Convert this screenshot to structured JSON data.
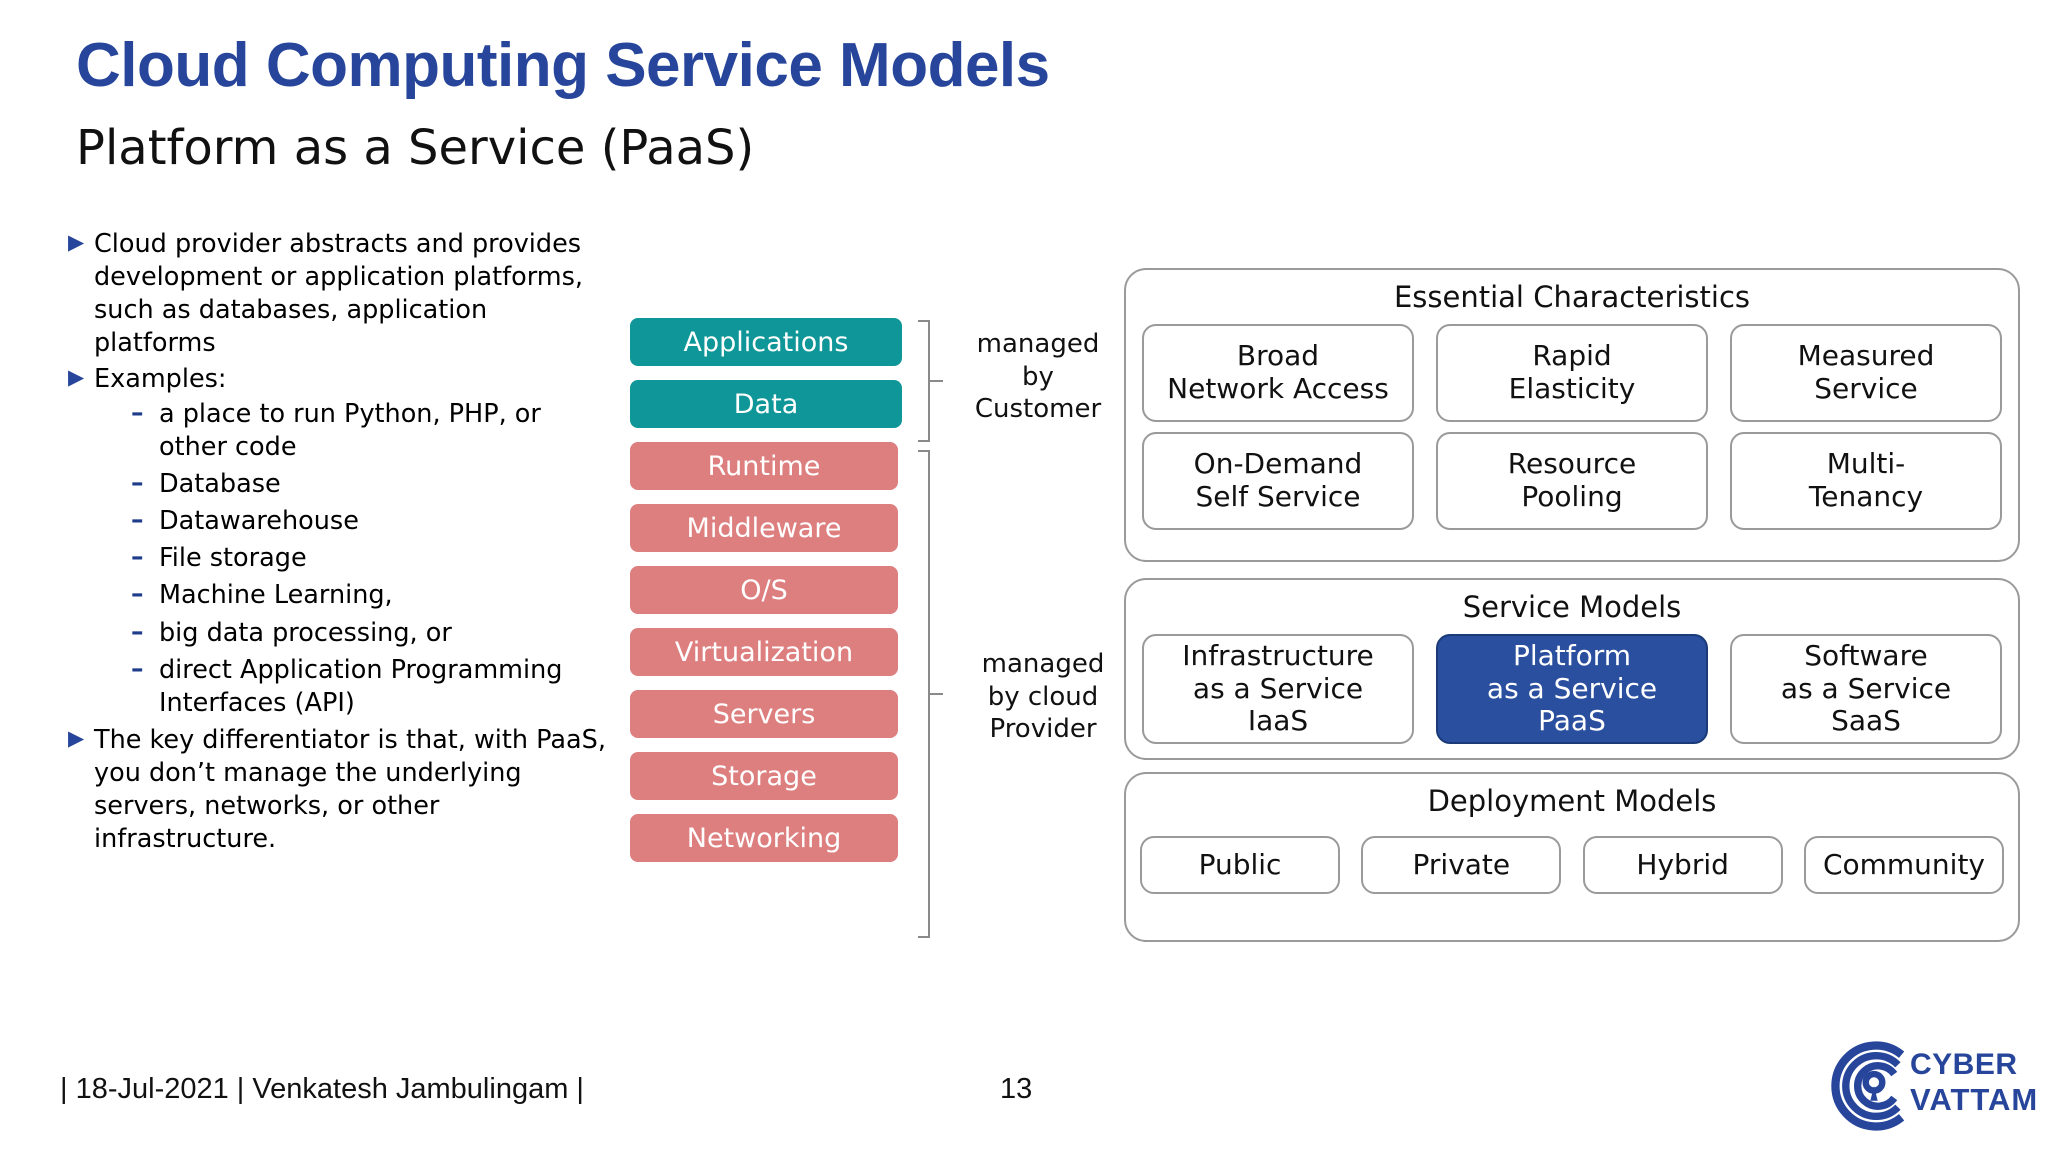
{
  "slide": {
    "title": "Cloud Computing Service Models",
    "subtitle": "Platform as a Service (PaaS)",
    "title_color": "#27469b"
  },
  "bullets": [
    {
      "level": 1,
      "marker": "▶",
      "text": "Cloud provider abstracts and provides development or application platforms, such as databases, application platforms"
    },
    {
      "level": 1,
      "marker": "▶",
      "text": "Examples:"
    },
    {
      "level": 2,
      "marker": "–",
      "text": "a place to run Python, PHP, or other code"
    },
    {
      "level": 2,
      "marker": "–",
      "text": "Database"
    },
    {
      "level": 2,
      "marker": "–",
      "text": "Datawarehouse"
    },
    {
      "level": 2,
      "marker": "–",
      "text": "File storage"
    },
    {
      "level": 2,
      "marker": "–",
      "text": "Machine Learning,"
    },
    {
      "level": 2,
      "marker": "–",
      "text": "big data processing, or"
    },
    {
      "level": 2,
      "marker": "–",
      "text": "direct Application Programming Interfaces (API)"
    },
    {
      "level": 1,
      "marker": "▶",
      "text": "The key differentiator is that, with PaaS, you don’t manage the underlying servers, networks, or other infrastructure."
    }
  ],
  "stack": {
    "colors": {
      "customer": "#0e9698",
      "provider": "#de7f7f"
    },
    "layers": [
      {
        "label": "Applications",
        "managed_by": "customer"
      },
      {
        "label": "Data",
        "managed_by": "customer"
      },
      {
        "label": "Runtime",
        "managed_by": "provider"
      },
      {
        "label": "Middleware",
        "managed_by": "provider"
      },
      {
        "label": "O/S",
        "managed_by": "provider"
      },
      {
        "label": "Virtualization",
        "managed_by": "provider"
      },
      {
        "label": "Servers",
        "managed_by": "provider"
      },
      {
        "label": "Storage",
        "managed_by": "provider"
      },
      {
        "label": "Networking",
        "managed_by": "provider"
      }
    ],
    "bracket_customer": "managed\nby\nCustomer",
    "bracket_customer_lines": [
      "managed",
      "by",
      "Customer"
    ],
    "bracket_provider_lines": [
      "managed",
      "by cloud",
      "Provider"
    ]
  },
  "panels": {
    "essential": {
      "title": "Essential Characteristics",
      "cells": [
        {
          "lines": [
            "Broad",
            "Network Access"
          ]
        },
        {
          "lines": [
            "Rapid",
            "Elasticity"
          ]
        },
        {
          "lines": [
            "Measured",
            "Service"
          ]
        },
        {
          "lines": [
            "On-Demand",
            "Self Service"
          ]
        },
        {
          "lines": [
            "Resource",
            "Pooling"
          ]
        },
        {
          "lines": [
            "Multi-",
            "Tenancy"
          ]
        }
      ]
    },
    "service": {
      "title": "Service Models",
      "highlight_color": "#2a4f9e",
      "cells": [
        {
          "lines": [
            "Infrastructure",
            "as a Service",
            "IaaS"
          ],
          "highlighted": false
        },
        {
          "lines": [
            "Platform",
            "as a Service",
            "PaaS"
          ],
          "highlighted": true
        },
        {
          "lines": [
            "Software",
            "as a Service",
            "SaaS"
          ],
          "highlighted": false
        }
      ]
    },
    "deployment": {
      "title": "Deployment Models",
      "cells": [
        {
          "lines": [
            "Public"
          ]
        },
        {
          "lines": [
            "Private"
          ]
        },
        {
          "lines": [
            "Hybrid"
          ]
        },
        {
          "lines": [
            "Community"
          ]
        }
      ]
    }
  },
  "footer": {
    "credit": "| 18-Jul-2021 | Venkatesh Jambulingam |",
    "page_number": "13",
    "logo": {
      "line1": "CYBER",
      "line2": "VATTAM",
      "color": "#27469b"
    }
  }
}
